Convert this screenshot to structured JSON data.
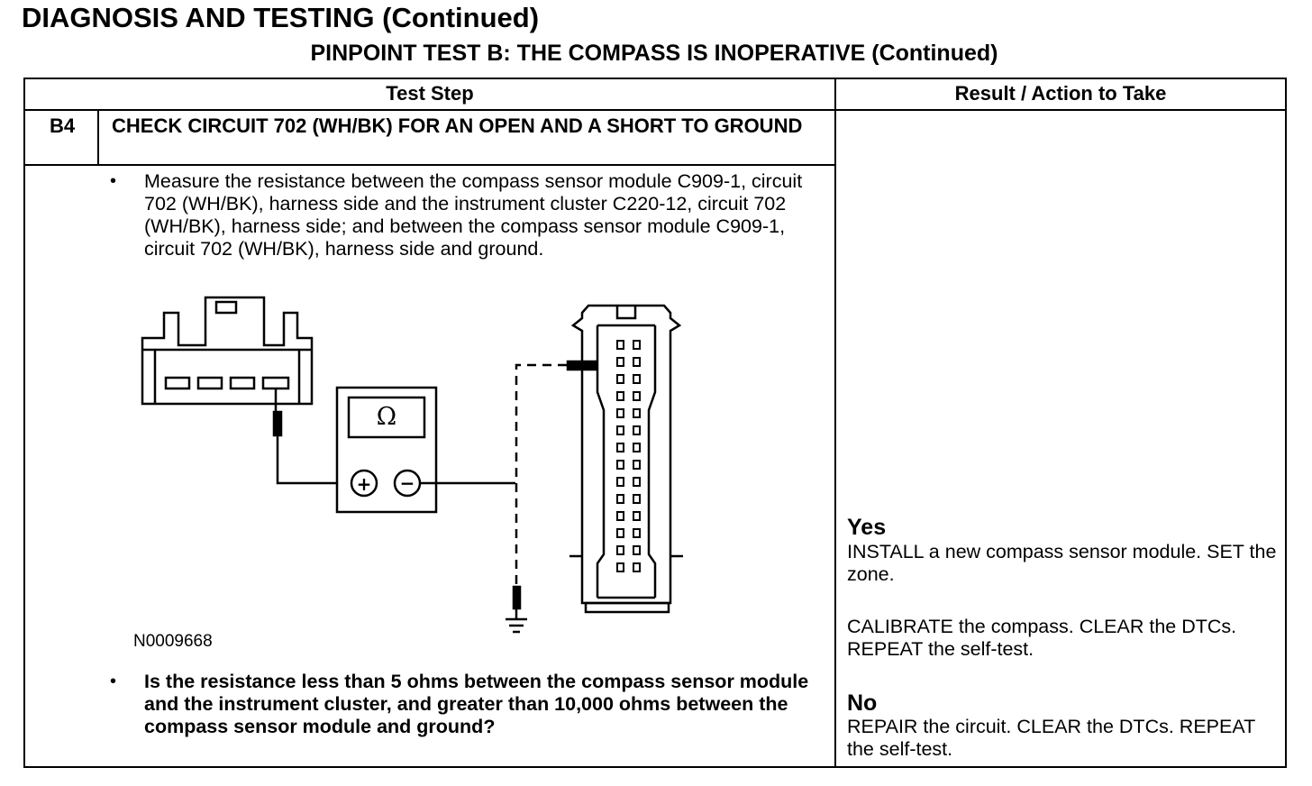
{
  "page_heading": "DIAGNOSIS AND TESTING (Continued)",
  "test_title": "PINPOINT TEST B: THE COMPASS IS INOPERATIVE (Continued)",
  "table": {
    "col_test_step": "Test Step",
    "col_result": "Result / Action to Take"
  },
  "step": {
    "id": "B4",
    "title": "CHECK CIRCUIT 702 (WH/BK) FOR AN OPEN AND A SHORT TO GROUND",
    "bullet": "•",
    "instruction": "Measure the resistance between the compass sensor module C909-1, circuit 702 (WH/BK), harness side and the instrument cluster C220-12, circuit 702 (WH/BK), harness side; and between the compass sensor module C909-1, circuit 702 (WH/BK), harness side and ground.",
    "question": "Is the resistance less than 5 ohms between the compass sensor module and the instrument cluster, and greater than 10,000 ohms between the compass sensor module and ground?",
    "figure_id": "N0009668"
  },
  "meter": {
    "symbol": "Ω",
    "plus": "+",
    "minus": "−"
  },
  "results": {
    "yes_label": "Yes",
    "yes_text_1": "INSTALL a new compass sensor module. SET the zone.",
    "yes_text_2": "CALIBRATE the compass. CLEAR the DTCs. REPEAT the self-test.",
    "no_label": "No",
    "no_text": "REPAIR the circuit. CLEAR the DTCs. REPEAT the self-test."
  }
}
